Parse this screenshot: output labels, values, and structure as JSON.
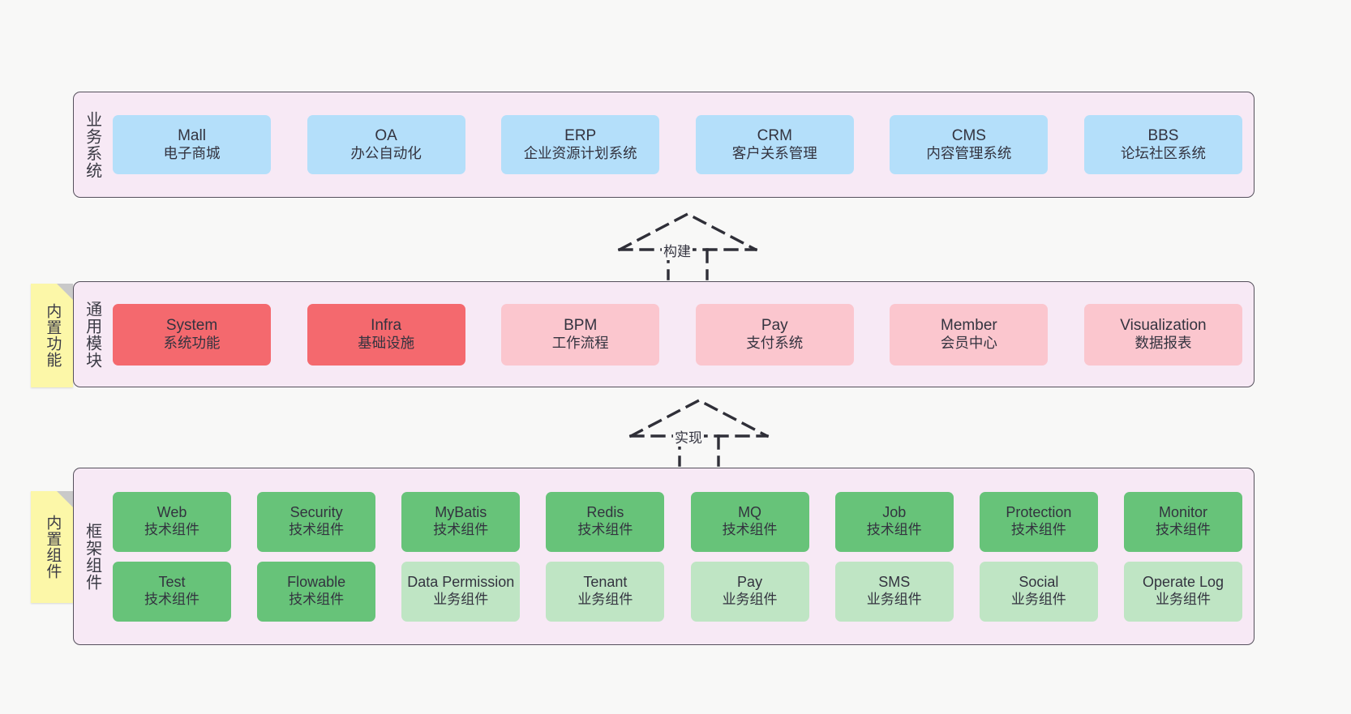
{
  "layers": [
    {
      "key": "business",
      "title": "业务系统",
      "rows": [
        [
          {
            "en": "Mall",
            "cn": "电子商城",
            "style": "blue"
          },
          {
            "en": "OA",
            "cn": "办公自动化",
            "style": "blue"
          },
          {
            "en": "ERP",
            "cn": "企业资源计划系统",
            "style": "blue"
          },
          {
            "en": "CRM",
            "cn": "客户关系管理",
            "style": "blue"
          },
          {
            "en": "CMS",
            "cn": "内容管理系统",
            "style": "blue"
          },
          {
            "en": "BBS",
            "cn": "论坛社区系统",
            "style": "blue"
          }
        ]
      ]
    },
    {
      "key": "common",
      "title": "通用模块",
      "sticky": "内置功能",
      "rows": [
        [
          {
            "en": "System",
            "cn": "系统功能",
            "style": "red"
          },
          {
            "en": "Infra",
            "cn": "基础设施",
            "style": "red"
          },
          {
            "en": "BPM",
            "cn": "工作流程",
            "style": "pink"
          },
          {
            "en": "Pay",
            "cn": "支付系统",
            "style": "pink"
          },
          {
            "en": "Member",
            "cn": "会员中心",
            "style": "pink"
          },
          {
            "en": "Visualization",
            "cn": "数据报表",
            "style": "pink"
          }
        ]
      ]
    },
    {
      "key": "framework",
      "title": "框架组件",
      "sticky": "内置组件",
      "rows": [
        [
          {
            "en": "Web",
            "cn": "技术组件",
            "style": "green"
          },
          {
            "en": "Security",
            "cn": "技术组件",
            "style": "green"
          },
          {
            "en": "MyBatis",
            "cn": "技术组件",
            "style": "green"
          },
          {
            "en": "Redis",
            "cn": "技术组件",
            "style": "green"
          },
          {
            "en": "MQ",
            "cn": "技术组件",
            "style": "green"
          },
          {
            "en": "Job",
            "cn": "技术组件",
            "style": "green"
          },
          {
            "en": "Protection",
            "cn": "技术组件",
            "style": "green"
          },
          {
            "en": "Monitor",
            "cn": "技术组件",
            "style": "green"
          }
        ],
        [
          {
            "en": "Test",
            "cn": "技术组件",
            "style": "green"
          },
          {
            "en": "Flowable",
            "cn": "技术组件",
            "style": "green"
          },
          {
            "en": "Data Permission",
            "cn": "业务组件",
            "style": "lgreen"
          },
          {
            "en": "Tenant",
            "cn": "业务组件",
            "style": "lgreen"
          },
          {
            "en": "Pay",
            "cn": "业务组件",
            "style": "lgreen"
          },
          {
            "en": "SMS",
            "cn": "业务组件",
            "style": "lgreen"
          },
          {
            "en": "Social",
            "cn": "业务组件",
            "style": "lgreen"
          },
          {
            "en": "Operate Log",
            "cn": "业务组件",
            "style": "lgreen"
          }
        ]
      ]
    }
  ],
  "arrows": [
    {
      "key": "build",
      "label": "构建"
    },
    {
      "key": "impl",
      "label": "实现"
    }
  ],
  "colors": {
    "canvas": "#f8f8f7",
    "panel_bg": "#f7e9f5",
    "panel_border": "#55505c",
    "blue": "#b4dffa",
    "red": "#f4696e",
    "pink": "#fbc6ce",
    "green": "#67c379",
    "light_green": "#bfe5c4",
    "sticky_yellow": "#fcf7a8",
    "sticky_fold": "#c9c9c9",
    "text": "#33333f"
  }
}
